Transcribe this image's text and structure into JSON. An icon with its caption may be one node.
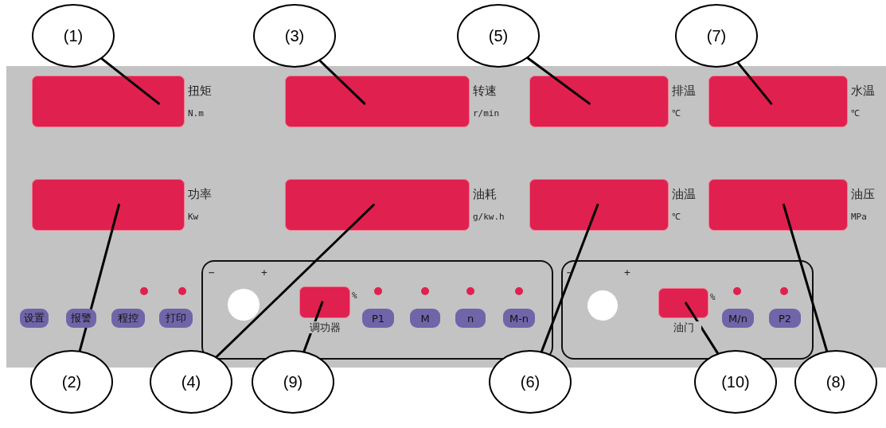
{
  "diagram": {
    "nodes": [
      {
        "text": [
          "(1)"
        ]
      },
      {
        "text": [
          "(3)"
        ]
      },
      {
        "text": [
          "(5)"
        ]
      },
      {
        "text": [
          "(7)"
        ]
      },
      {
        "text": [],
        "shape": "box",
        "beside": [
          "扭矩",
          "N.m"
        ]
      },
      {
        "text": [],
        "shape": "box",
        "beside": [
          "转速",
          "r/min"
        ]
      },
      {
        "text": [],
        "shape": "box",
        "beside": [
          "排温",
          "℃"
        ]
      },
      {
        "text": [],
        "shape": "box",
        "beside": [
          "水温",
          "℃"
        ]
      },
      {
        "text": [],
        "shape": "box",
        "beside": [
          "功率",
          "Kw"
        ]
      },
      {
        "text": [],
        "shape": "box",
        "beside": [
          "油耗",
          "g/kw.h"
        ]
      },
      {
        "text": [],
        "shape": "box",
        "beside": [
          "油温",
          "℃"
        ]
      },
      {
        "text": [],
        "shape": "box",
        "beside": [
          "油压",
          "MPa"
        ]
      },
      {
        "text": [
          "设置"
        ]
      },
      {
        "text": [
          "报警"
        ]
      },
      {
        "text": [
          "程控"
        ]
      },
      {
        "text": [
          "打印"
        ]
      },
      {
        "text": [],
        "shape": "box"
      },
      {
        "text": [],
        "shape": "box",
        "beside": [
          "%",
          "调功器"
        ],
        "in": 16
      },
      {
        "text": [
          "P1"
        ],
        "in": 16
      },
      {
        "text": [
          "M"
        ],
        "in": 16
      },
      {
        "text": [
          "n"
        ],
        "in": 16
      },
      {
        "text": [
          "M-n"
        ],
        "in": 16
      },
      {
        "text": [],
        "shape": "box"
      },
      {
        "text": [],
        "shape": "box",
        "beside": [
          "%",
          "油门"
        ],
        "in": 22
      },
      {
        "text": [
          "M/n"
        ],
        "in": 22
      },
      {
        "text": [
          "P2"
        ],
        "in": 22
      },
      {
        "text": [
          "(2)"
        ]
      },
      {
        "text": [
          "(4)"
        ]
      },
      {
        "text": [
          "(9)"
        ]
      },
      {
        "text": [
          "(6)"
        ]
      },
      {
        "text": [
          "(10)"
        ]
      },
      {
        "text": [
          "(8)"
        ]
      }
    ],
    "edges": [
      {
        "from": 0,
        "to": 4,
        "arrow": "none"
      },
      {
        "from": 1,
        "to": 5,
        "arrow": "none"
      },
      {
        "from": 2,
        "to": 6,
        "arrow": "none"
      },
      {
        "from": 3,
        "to": 7,
        "arrow": "none"
      },
      {
        "from": 26,
        "to": 8,
        "arrow": "none"
      },
      {
        "from": 27,
        "to": 9,
        "arrow": "none"
      },
      {
        "from": 28,
        "to": 17,
        "arrow": "none"
      },
      {
        "from": 29,
        "to": 10,
        "arrow": "none"
      },
      {
        "from": 30,
        "to": 23,
        "arrow": "none"
      },
      {
        "from": 31,
        "to": 11,
        "arrow": "none"
      }
    ],
    "labels": [
      "−",
      "+",
      "−",
      "+"
    ]
  }
}
